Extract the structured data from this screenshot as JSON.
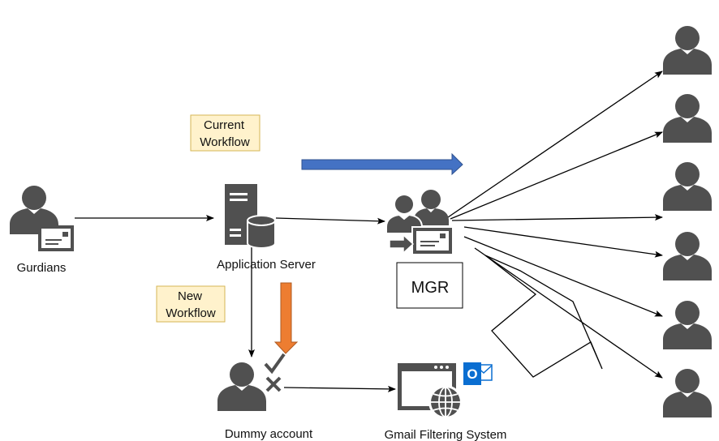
{
  "colors": {
    "icon": "#505050",
    "note_fill": "#fff2cc",
    "note_stroke": "#d6b656",
    "blue_arrow": "#4472c4",
    "orange_arrow": "#ed7d31",
    "outlook_blue": "#0a6ed1"
  },
  "nodes": {
    "guardians": {
      "label": "Gurdians",
      "icon": "user-with-envelope-icon"
    },
    "app_server": {
      "label": "Application Server",
      "icon": "server-database-icon"
    },
    "mgr": {
      "label": "MGR",
      "icon": "group-forward-mail-icon"
    },
    "dummy": {
      "label": "Dummy account",
      "icon": "user-check-cross-icon"
    },
    "gmail": {
      "label": "Gmail Filtering System",
      "icon": "browser-globe-icon"
    },
    "outlook": {
      "letter": "O",
      "icon": "outlook-icon"
    }
  },
  "notes": {
    "current": {
      "line1": "Current",
      "line2": "Workflow"
    },
    "new": {
      "line1": "New",
      "line2": "Workflow"
    }
  },
  "recipients": {
    "count": 6,
    "icon": "user-icon"
  }
}
